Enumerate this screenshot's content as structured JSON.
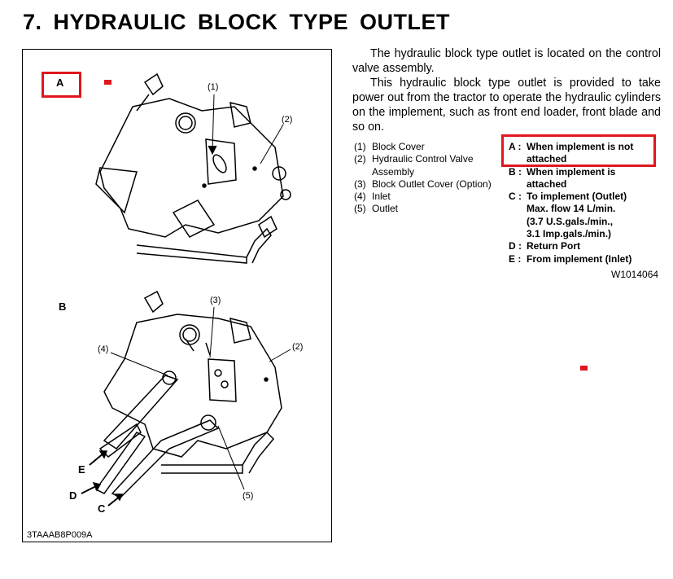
{
  "title": "7.  HYDRAULIC BLOCK TYPE OUTLET",
  "paragraphs": [
    "The hydraulic block type outlet is located on the control valve assembly.",
    "This hydraulic block type outlet is provided to take power out from the tractor to operate the hydraulic cylinders on the implement, such as front end loader, front blade and so on."
  ],
  "legend_left": [
    {
      "key": "(1)",
      "text": "Block Cover"
    },
    {
      "key": "(2)",
      "text": "Hydraulic Control Valve",
      "text2": "Assembly"
    },
    {
      "key": "(3)",
      "text": "Block Outlet Cover (Option)"
    },
    {
      "key": "(4)",
      "text": "Inlet"
    },
    {
      "key": "(5)",
      "text": "Outlet"
    }
  ],
  "legend_right": [
    {
      "key": "A :",
      "lines": [
        "When implement is not",
        "attached"
      ]
    },
    {
      "key": "B :",
      "lines": [
        "When implement is",
        "attached"
      ]
    },
    {
      "key": "C :",
      "lines": [
        "To implement (Outlet)",
        "Max. flow 14 L/min.",
        "(3.7 U.S.gals./min.,",
        "3.1 Imp.gals./min.)"
      ]
    },
    {
      "key": "D :",
      "lines": [
        "Return Port"
      ]
    },
    {
      "key": "E :",
      "lines": [
        "From implement (Inlet)"
      ]
    }
  ],
  "doc_code": "W1014064",
  "figure": {
    "code": "3TAAAB8P009A",
    "view_a": "A",
    "view_b": "B",
    "callouts": {
      "c1": "(1)",
      "c2": "(2)",
      "c3": "(3)",
      "c4": "(4)",
      "c5": "(5)",
      "c2b": "(2)"
    },
    "arrows": {
      "c": "C",
      "d": "D",
      "e": "E"
    }
  },
  "colors": {
    "highlight": "#e0161e"
  }
}
